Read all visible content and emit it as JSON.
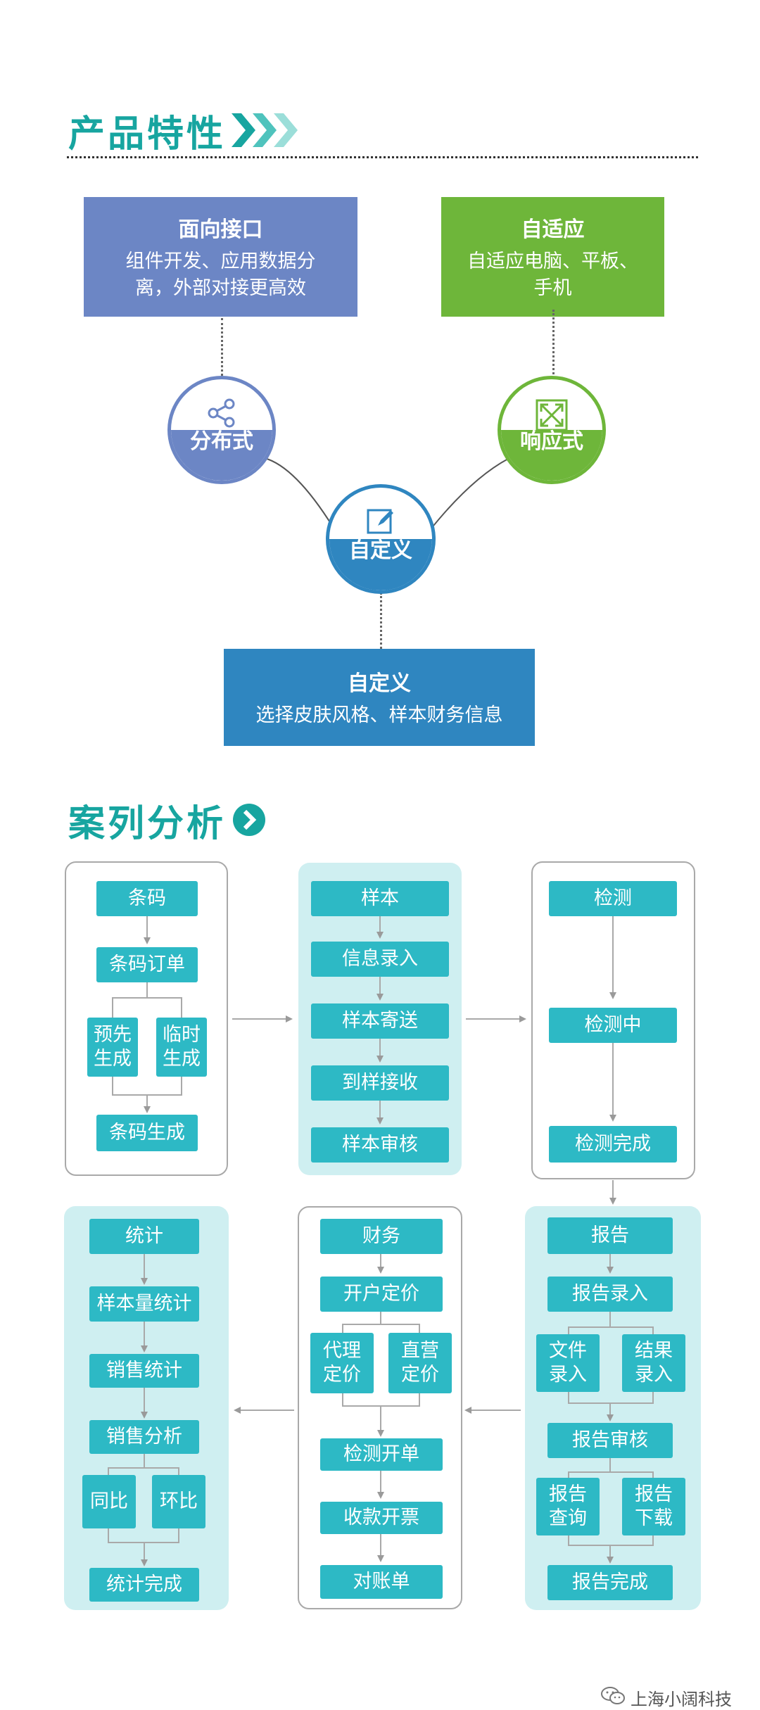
{
  "features": {
    "title": "产品特性",
    "box_interface": {
      "title": "面向接口",
      "desc_line1": "组件开发、应用数据分",
      "desc_line2": "离，外部对接更高效"
    },
    "box_adaptive": {
      "title": "自适应",
      "desc_line1": "自适应电脑、平板、",
      "desc_line2": "手机"
    },
    "circle_distributed": "分布式",
    "circle_responsive": "响应式",
    "circle_custom": "自定义",
    "box_custom": {
      "title": "自定义",
      "desc": "选择皮肤风格、样本财务信息"
    }
  },
  "cases": {
    "title": "案列分析",
    "barcode": {
      "head": "条码",
      "order": "条码订单",
      "pre": "预先生成",
      "temp": "临时生成",
      "done": "条码生成"
    },
    "sample": {
      "head": "样本",
      "info": "信息录入",
      "send": "样本寄送",
      "receive": "到样接收",
      "audit": "样本审核"
    },
    "detect": {
      "head": "检测",
      "ing": "检测中",
      "done": "检测完成"
    },
    "report": {
      "head": "报告",
      "entry": "报告录入",
      "file": "文件录入",
      "result": "结果录入",
      "audit": "报告审核",
      "query": "报告查询",
      "download": "报告下载",
      "done": "报告完成"
    },
    "finance": {
      "head": "财务",
      "pricing": "开户定价",
      "agent": "代理定价",
      "direct": "直营定价",
      "order": "检测开单",
      "invoice": "收款开票",
      "statement": "对账单"
    },
    "stats": {
      "head": "统计",
      "volume": "样本量统计",
      "sales": "销售统计",
      "analysis": "销售分析",
      "yoy": "同比",
      "mom": "环比",
      "done": "统计完成"
    }
  },
  "footer": {
    "brand": "上海小阔科技"
  },
  "colors": {
    "teal": "#17a5a0",
    "indigo": "#6c86c5",
    "green": "#6eb63a",
    "blue": "#2f86c0",
    "flow": "#2db9c5"
  }
}
